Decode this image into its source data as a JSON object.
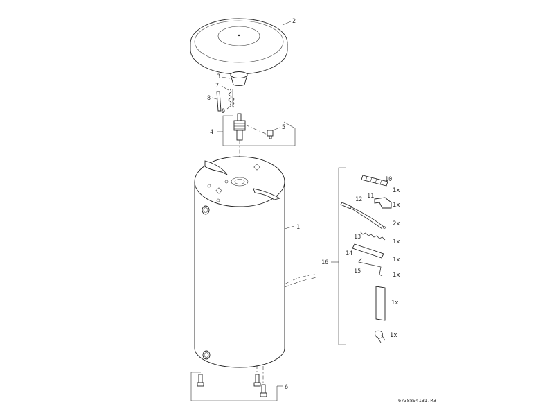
{
  "callouts": {
    "c1": "1",
    "c2": "2",
    "c3": "3",
    "c4": "4",
    "c5": "5",
    "c6": "6",
    "c7": "7",
    "c8": "8",
    "c9": "9",
    "c10": "10",
    "c11": "11",
    "c12": "12",
    "c13": "13",
    "c14": "14",
    "c15": "15",
    "c16": "16"
  },
  "kit_quantities": {
    "q10": "1x",
    "q11": "1x",
    "q12": "2x",
    "q13": "1x",
    "q14": "1x",
    "q15": "1x",
    "q_strip": "1x",
    "q_tie": "1x"
  },
  "reference_code": "6738894131.RB"
}
